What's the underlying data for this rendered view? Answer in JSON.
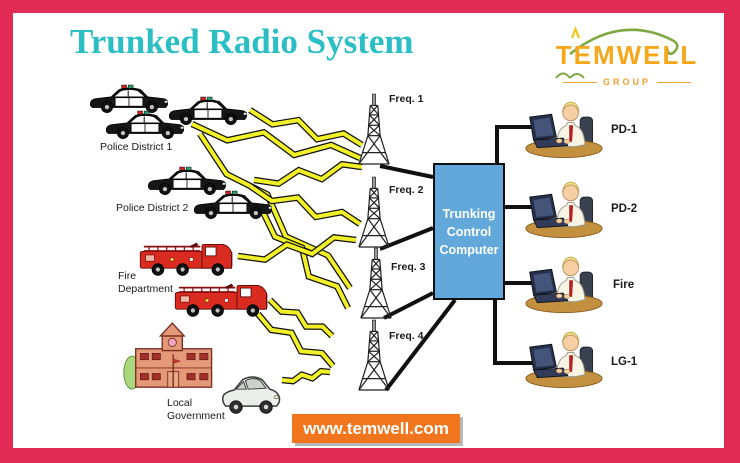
{
  "header": {
    "title": "Trunked Radio System"
  },
  "logo": {
    "brand": "TEMWELL",
    "subtitle": "GROUP"
  },
  "diagram": {
    "sources": [
      {
        "label": "Police District 1",
        "type": "police",
        "units": 3
      },
      {
        "label": "Police District 2",
        "type": "police",
        "units": 2
      },
      {
        "label": "Fire Department",
        "type": "fire",
        "units": 2
      },
      {
        "label": "Local Government",
        "type": "government",
        "units": 1
      }
    ],
    "towers": [
      {
        "label": "Freq. 1"
      },
      {
        "label": "Freq. 2"
      },
      {
        "label": "Freq. 3"
      },
      {
        "label": "Freq. 4"
      }
    ],
    "control_box": {
      "line1": "Trunking",
      "line2": "Control",
      "line3": "Computer"
    },
    "operators": [
      {
        "label": "PD-1"
      },
      {
        "label": "PD-2"
      },
      {
        "label": "Fire"
      },
      {
        "label": "LG-1"
      }
    ]
  },
  "footer": {
    "website": "www.temwell.com"
  },
  "colors": {
    "frame": "#E12B54",
    "title": "#2BBFC5",
    "control_box": "#63A8DB",
    "banner": "#F0751C",
    "lightning": "#F2F128",
    "logo_orange": "#F5A81C",
    "logo_green": "#7FA842"
  }
}
